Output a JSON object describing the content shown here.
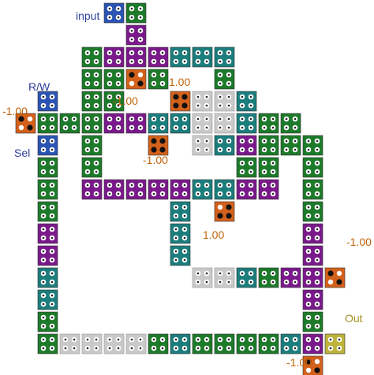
{
  "palette": {
    "green": "#1d7a2a",
    "purple": "#7a1a8a",
    "teal": "#1c7d7d",
    "blue": "#2b54b2",
    "gray": "#c9c9c9",
    "orange": "#d3611b",
    "olive": "#bdb33c",
    "label_orange": "#c0640a",
    "label_blue": "#2d3d9a",
    "label_olive": "#a2901e"
  },
  "labels": {
    "input": "input",
    "rw": "R/W",
    "sel": "Sel",
    "out": "Out",
    "weight_1": "1.00",
    "weight_2": "-1.00",
    "weight_3": "-1.00",
    "weight_4": "-1.00",
    "weight_5": "1.00",
    "weight_6": "-1.00",
    "weight_7": "-1.00"
  }
}
